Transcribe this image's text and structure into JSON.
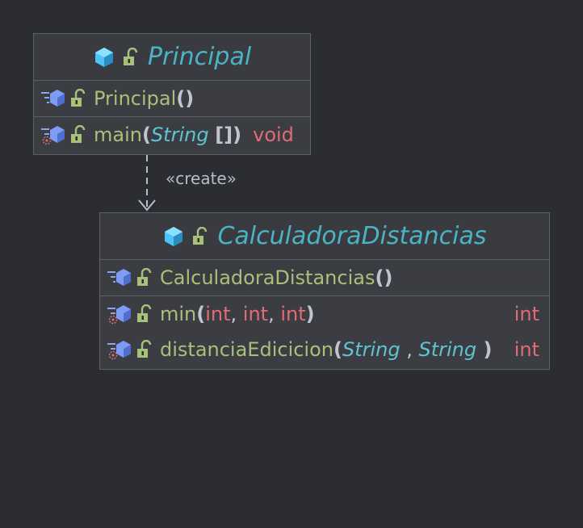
{
  "classes": [
    {
      "name": "Principal",
      "constructors": [
        {
          "name": "Principal",
          "params": []
        }
      ],
      "methods": [
        {
          "name": "main",
          "params": [
            {
              "type": "String",
              "suffix": "[]",
              "kind": "object"
            }
          ],
          "returns": "void"
        }
      ]
    },
    {
      "name": "CalculadoraDistancias",
      "constructors": [
        {
          "name": "CalculadoraDistancias",
          "params": []
        }
      ],
      "methods": [
        {
          "name": "min",
          "params": [
            {
              "type": "int",
              "kind": "primitive"
            },
            {
              "type": "int",
              "kind": "primitive"
            },
            {
              "type": "int",
              "kind": "primitive"
            }
          ],
          "returns": "int"
        },
        {
          "name": "distanciaEdicicion",
          "params": [
            {
              "type": "String",
              "kind": "object"
            },
            {
              "type": "String",
              "kind": "object"
            }
          ],
          "returns": "int"
        }
      ]
    }
  ],
  "relation": {
    "label": "«create»",
    "style": "dashed",
    "from": "Principal",
    "to": "CalculadoraDistancias"
  },
  "colors": {
    "background": "#2b2d33",
    "class_name": "#4bb3c3",
    "member_name": "#a8c07a",
    "primitive_type": "#e06c75",
    "object_type": "#5ec4d3"
  }
}
